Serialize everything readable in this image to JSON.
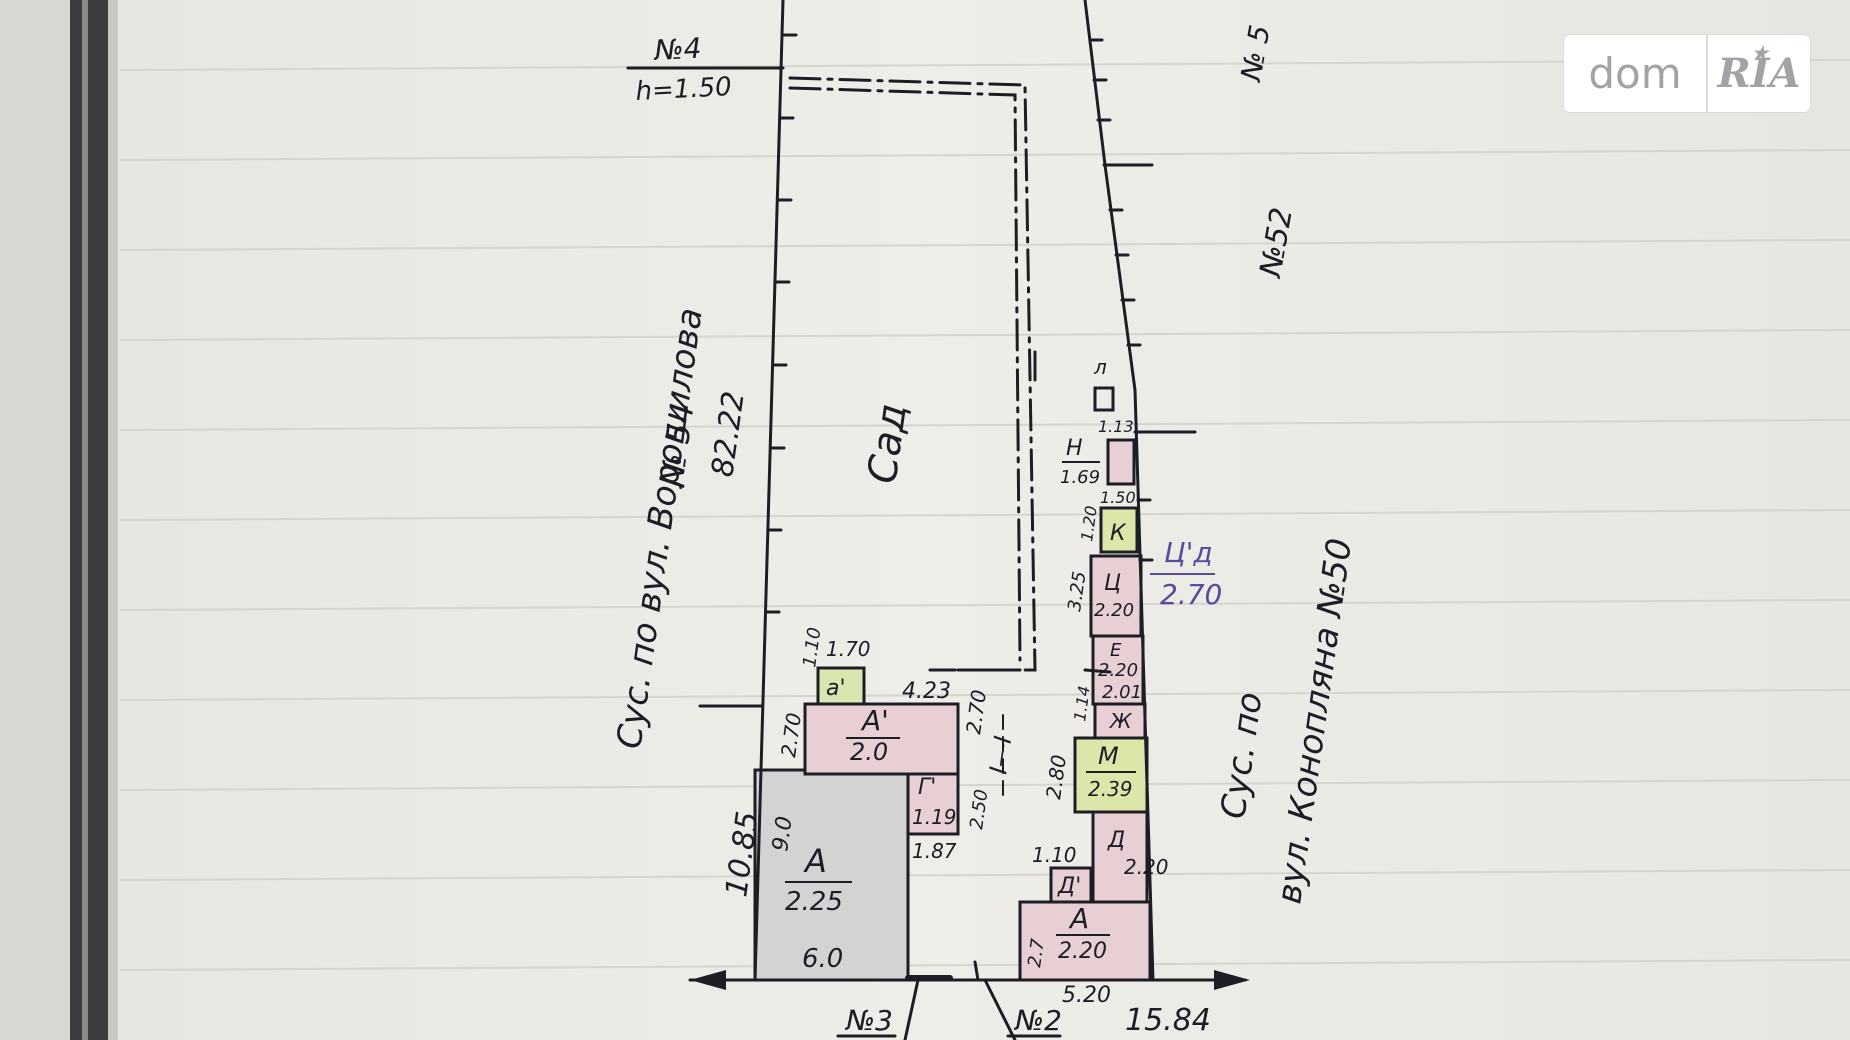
{
  "watermark": {
    "part1": "dom",
    "part2": "RIA",
    "logo_icon": "star-icon"
  },
  "labels": {
    "n4": "№4",
    "h150": "h=1.50",
    "n5": "№ 5",
    "n52": "№52",
    "left_street_1": "Сус. по вул. Ворошилова",
    "left_street_2": "№ 54",
    "right_street_1": "Сус. по",
    "right_street_2": "вул. Коноплянa №50",
    "garden": "Сад",
    "len_left": "82.22",
    "len_front_left": "10.85",
    "len_bottom": "15.84",
    "n3": "№3",
    "n2": "№2",
    "cut": "I—I"
  },
  "buildings": {
    "A_left": {
      "name": "А",
      "height": "2.25",
      "width": "6.0",
      "side": "9.0"
    },
    "A1": {
      "name": "А'",
      "height": "2.0",
      "d1": "2.70",
      "d2": "2.70",
      "d3": "4.23"
    },
    "a1_small": {
      "name": "а'",
      "d1": "1.70",
      "d2": "1.10"
    },
    "g1": {
      "name": "Г'",
      "height": "1.19",
      "d1": "2.50",
      "d2": "1.87"
    },
    "A_right": {
      "name": "А",
      "height": "2.20",
      "d1": "5.20",
      "d2": "2.7"
    },
    "M": {
      "name": "М",
      "height": "2.39",
      "d1": "2.80"
    },
    "K": {
      "name": "К",
      "d1": "1.20",
      "d2": "1.50"
    },
    "N": {
      "name": "Н",
      "d1": "1.69",
      "d2": "1.13"
    },
    "Ts": {
      "name": "Ц",
      "height": "2.20",
      "d1": "3.25"
    },
    "upper_small": {
      "name": "л"
    },
    "Ts_note_top": "Ц'д",
    "Ts_note_bottom": "2.70",
    "small_heights": [
      "2.20",
      "2.01",
      "1.14",
      "2.20",
      "2.20",
      "1.10"
    ],
    "small_letters": [
      "Е",
      "Ж",
      "Д",
      "Д'"
    ]
  }
}
